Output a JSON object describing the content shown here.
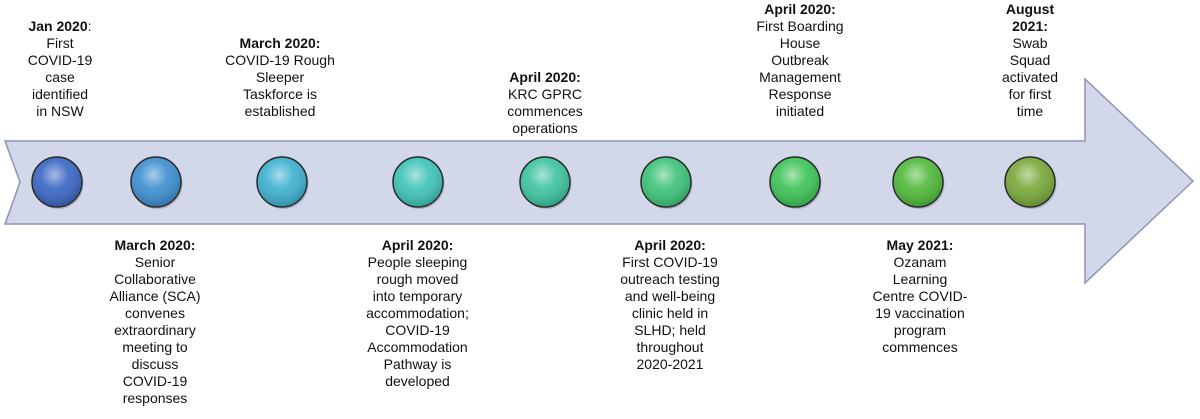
{
  "colors": {
    "arrow_fill": "#d3d7ea",
    "arrow_stroke": "#8e94b4",
    "markers": [
      "#3b68c4",
      "#3f8fd0",
      "#3fb1d0",
      "#3fc4b8",
      "#3fc4a0",
      "#3fc47a",
      "#3fc458",
      "#52ba3c",
      "#7aaa3c"
    ]
  },
  "events": [
    {
      "id": "e1",
      "position": "above",
      "date": "Jan 2020",
      "suffix": ":",
      "text": "First\nCOVID-19\ncase\nidentified\nin NSW"
    },
    {
      "id": "e2",
      "position": "below",
      "date": "March 2020:",
      "suffix": "",
      "text": "Senior\nCollaborative\nAlliance (SCA)\nconvenes\nextraordinary\nmeeting to\ndiscuss\nCOVID-19\nresponses"
    },
    {
      "id": "e3",
      "position": "above",
      "date": "March 2020:",
      "suffix": "",
      "text": "COVID-19 Rough\nSleeper\nTaskforce is\nestablished"
    },
    {
      "id": "e4",
      "position": "below",
      "date": "April 2020:",
      "suffix": "",
      "text": "People sleeping\nrough moved\ninto temporary\naccommodation;\nCOVID-19\nAccommodation\nPathway is\ndeveloped"
    },
    {
      "id": "e5",
      "position": "above",
      "date": "April 2020:",
      "suffix": "",
      "text": "KRC GPRC\ncommences\noperations"
    },
    {
      "id": "e6",
      "position": "below",
      "date": "April 2020:",
      "suffix": "",
      "text": "First COVID-19\noutreach testing\nand well-being\nclinic held in\nSLHD; held\nthroughout\n2020-2021"
    },
    {
      "id": "e7",
      "position": "above",
      "date": "April 2020:",
      "suffix": "",
      "text": "First Boarding\nHouse\nOutbreak\nManagement\nResponse\ninitiated"
    },
    {
      "id": "e8",
      "position": "below",
      "date": "May 2021:",
      "suffix": "",
      "text": "Ozanam\nLearning\nCentre COVID-\n19 vaccination\nprogram\ncommences"
    },
    {
      "id": "e9",
      "position": "above",
      "date": "August\n2021:",
      "suffix": "",
      "text": "Swab\nSquad\nactivated\nfor first\ntime"
    }
  ]
}
